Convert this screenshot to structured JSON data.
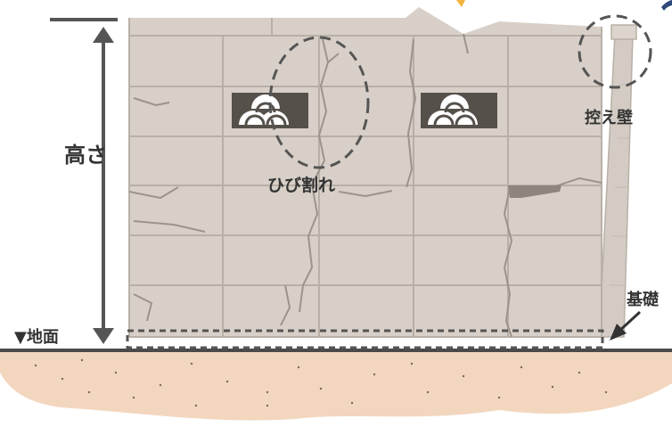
{
  "labels": {
    "height": "高さ",
    "crack": "ひび割れ",
    "buttress": "控え壁",
    "foundation": "基礎",
    "ground": "▼地面"
  },
  "colors": {
    "wall": "#d8d0c8",
    "mortar": "#b8b0a7",
    "text": "#333333",
    "soil": "#f2d6be",
    "ground_line": "#4a4a4a"
  }
}
